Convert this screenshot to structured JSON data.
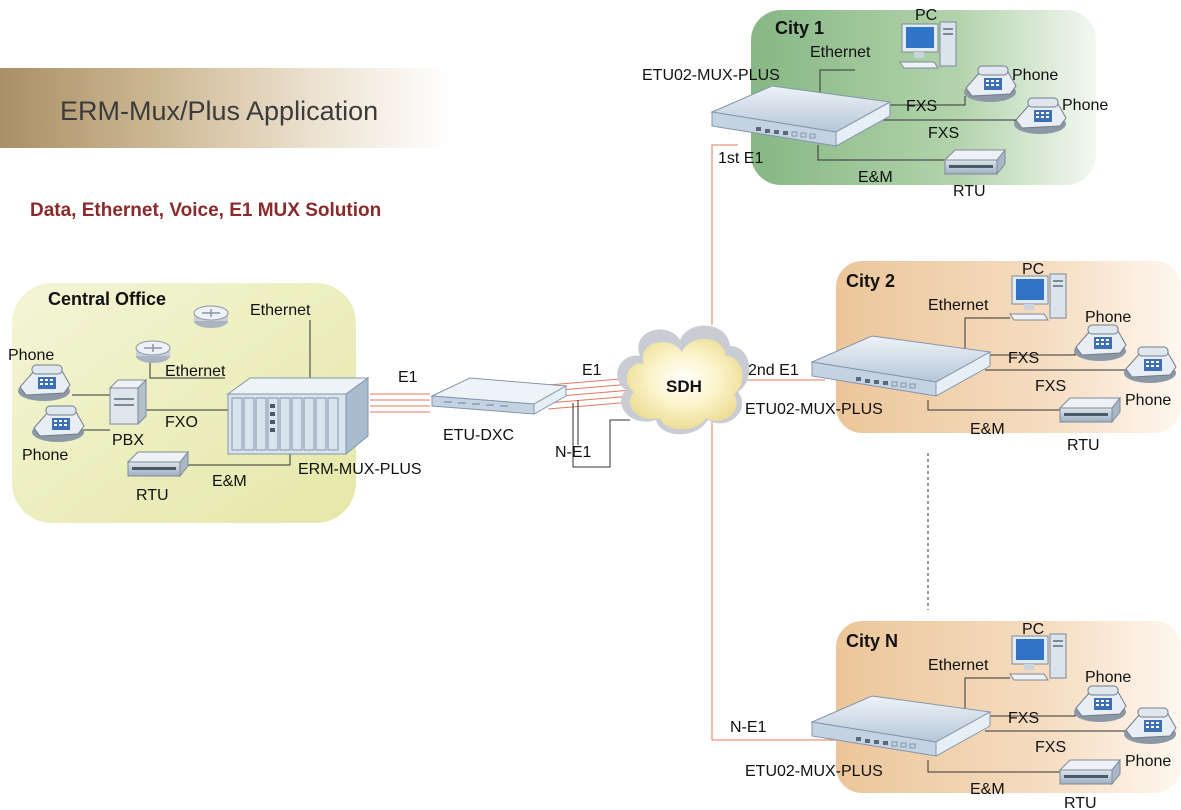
{
  "title": "ERM-Mux/Plus Application",
  "subtitle": "Data, Ethernet, Voice, E1 MUX Solution",
  "central_office": {
    "name": "Central Office",
    "ethernet_top": "Ethernet",
    "ethernet_mid": "Ethernet",
    "phone_top": "Phone",
    "phone_bottom": "Phone",
    "pbx": "PBX",
    "fxo": "FXO",
    "rtu": "RTU",
    "em": "E&M",
    "mux": "ERM-MUX-PLUS"
  },
  "core": {
    "e1_left": "E1",
    "dxc": "ETU-DXC",
    "e1_right": "E1",
    "ne1": "N-E1",
    "sdh": "SDH"
  },
  "city1": {
    "name": "City 1",
    "pc": "PC",
    "ethernet": "Ethernet",
    "device": "ETU02-MUX-PLUS",
    "phone_a": "Phone",
    "phone_b": "Phone",
    "fxs_a": "FXS",
    "fxs_b": "FXS",
    "link": "1st E1",
    "em": "E&M",
    "rtu": "RTU"
  },
  "city2": {
    "name": "City 2",
    "pc": "PC",
    "ethernet": "Ethernet",
    "device": "ETU02-MUX-PLUS",
    "phone_a": "Phone",
    "phone_b": "Phone",
    "fxs_a": "FXS",
    "fxs_b": "FXS",
    "link": "2nd E1",
    "em": "E&M",
    "rtu": "RTU"
  },
  "cityN": {
    "name": "City N",
    "pc": "PC",
    "ethernet": "Ethernet",
    "device": "ETU02-MUX-PLUS",
    "phone_a": "Phone",
    "phone_b": "Phone",
    "fxs_a": "FXS",
    "fxs_b": "FXS",
    "link": "N-E1",
    "em": "E&M",
    "rtu": "RTU"
  },
  "colors": {
    "title_text": "#3b3b3b",
    "subtitle_text": "#8b2a2a",
    "central_office_fill": "#eef0c4",
    "city1_fill": "#9fc89a",
    "city_fill": "#f1d3ae",
    "e1_link": "#e07a5a"
  }
}
